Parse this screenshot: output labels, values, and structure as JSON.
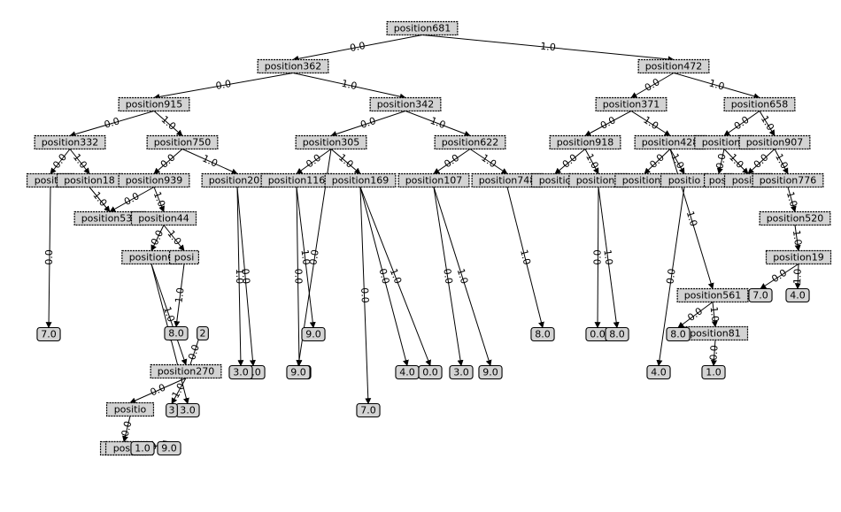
{
  "tree": {
    "nodes": [
      {
        "id": "n0",
        "label": "position681",
        "kind": "split"
      },
      {
        "id": "n1",
        "label": "position362",
        "kind": "split"
      },
      {
        "id": "n2",
        "label": "position472",
        "kind": "split"
      },
      {
        "id": "n3",
        "label": "position915",
        "kind": "split"
      },
      {
        "id": "n4",
        "label": "position342",
        "kind": "split"
      },
      {
        "id": "n5",
        "label": "position371",
        "kind": "split"
      },
      {
        "id": "n6",
        "label": "position658",
        "kind": "split"
      },
      {
        "id": "n7",
        "label": "position332",
        "kind": "split"
      },
      {
        "id": "n8",
        "label": "position750",
        "kind": "split"
      },
      {
        "id": "n9",
        "label": "position305",
        "kind": "split"
      },
      {
        "id": "n10",
        "label": "position622",
        "kind": "split"
      },
      {
        "id": "n11",
        "label": "position918",
        "kind": "split"
      },
      {
        "id": "n12",
        "label": "position428",
        "kind": "split"
      },
      {
        "id": "n13",
        "label": "position2",
        "kind": "split"
      },
      {
        "id": "n14",
        "label": "position907",
        "kind": "split"
      },
      {
        "id": "n15",
        "label": "positio",
        "kind": "split"
      },
      {
        "id": "n16",
        "label": "position18",
        "kind": "split"
      },
      {
        "id": "n17",
        "label": "position939",
        "kind": "split"
      },
      {
        "id": "n18",
        "label": "position201",
        "kind": "split"
      },
      {
        "id": "n19",
        "label": "position116",
        "kind": "split"
      },
      {
        "id": "n20",
        "label": "position169",
        "kind": "split"
      },
      {
        "id": "n21",
        "label": "position107",
        "kind": "split"
      },
      {
        "id": "n22",
        "label": "position748",
        "kind": "split"
      },
      {
        "id": "n23",
        "label": "positio",
        "kind": "split"
      },
      {
        "id": "n24",
        "label": "position8",
        "kind": "split"
      },
      {
        "id": "n25",
        "label": "position9",
        "kind": "split"
      },
      {
        "id": "n26",
        "label": "positio",
        "kind": "split"
      },
      {
        "id": "n27",
        "label": "posi",
        "kind": "split"
      },
      {
        "id": "n28",
        "label": "positio",
        "kind": "split"
      },
      {
        "id": "n29",
        "label": "position776",
        "kind": "split"
      },
      {
        "id": "n30",
        "label": "position536",
        "kind": "split"
      },
      {
        "id": "n31",
        "label": "position44",
        "kind": "split"
      },
      {
        "id": "n32",
        "label": "position520",
        "kind": "split"
      },
      {
        "id": "n33",
        "label": "position6",
        "kind": "split"
      },
      {
        "id": "n34",
        "label": "position19",
        "kind": "split"
      },
      {
        "id": "n35",
        "label": "position561",
        "kind": "split"
      },
      {
        "id": "n36",
        "label": "position270",
        "kind": "split"
      },
      {
        "id": "n37",
        "label": "position81",
        "kind": "split"
      },
      {
        "id": "n38",
        "label": "positio",
        "kind": "split"
      },
      {
        "id": "n39",
        "label": "positio",
        "kind": "split"
      },
      {
        "id": "n40",
        "label": "positio",
        "kind": "split"
      },
      {
        "id": "n41",
        "label": "posi",
        "kind": "split"
      },
      {
        "id": "l1",
        "label": "7.0",
        "kind": "leaf"
      },
      {
        "id": "l2",
        "label": "7.0",
        "kind": "leaf"
      },
      {
        "id": "l3",
        "label": "4.0",
        "kind": "leaf"
      },
      {
        "id": "l4",
        "label": "3.0",
        "kind": "leaf"
      },
      {
        "id": "l5",
        "label": "9.0",
        "kind": "leaf"
      },
      {
        "id": "l6",
        "label": "8.0",
        "kind": "leaf"
      },
      {
        "id": "l7",
        "label": "0.0",
        "kind": "leaf"
      },
      {
        "id": "l8",
        "label": "8.0",
        "kind": "leaf"
      },
      {
        "id": "l9",
        "label": "8.0",
        "kind": "leaf"
      },
      {
        "id": "l10",
        "label": "3.0",
        "kind": "leaf"
      },
      {
        "id": "l11",
        "label": "9.0",
        "kind": "leaf"
      },
      {
        "id": "l12",
        "label": "4.0",
        "kind": "leaf"
      },
      {
        "id": "l13",
        "label": "0.0",
        "kind": "leaf"
      },
      {
        "id": "l14",
        "label": "3.0",
        "kind": "leaf"
      },
      {
        "id": "l15",
        "label": "9.0",
        "kind": "leaf"
      },
      {
        "id": "l16",
        "label": "7.0",
        "kind": "leaf"
      },
      {
        "id": "l17",
        "label": "4.0",
        "kind": "leaf"
      },
      {
        "id": "l18",
        "label": "1.0",
        "kind": "leaf"
      },
      {
        "id": "l19",
        "label": "3.0",
        "kind": "leaf"
      },
      {
        "id": "l20",
        "label": "1.0",
        "kind": "leaf"
      },
      {
        "id": "l21",
        "label": "9.0",
        "kind": "leaf"
      },
      {
        "id": "l22",
        "label": "8.0",
        "kind": "leaf"
      },
      {
        "id": "l23",
        "label": "9.0",
        "kind": "leaf"
      },
      {
        "id": "l24",
        "label": "2",
        "kind": "leaf"
      },
      {
        "id": "l25",
        "label": "3",
        "kind": "leaf"
      }
    ],
    "edges": [
      {
        "from": "n0",
        "to": "n1",
        "label": "0.0"
      },
      {
        "from": "n0",
        "to": "n2",
        "label": "1.0"
      },
      {
        "from": "n1",
        "to": "n3",
        "label": "0.0"
      },
      {
        "from": "n1",
        "to": "n4",
        "label": "1.0"
      },
      {
        "from": "n2",
        "to": "n5",
        "label": "0.0"
      },
      {
        "from": "n2",
        "to": "n6",
        "label": "1.0"
      },
      {
        "from": "n3",
        "to": "n7",
        "label": "0.0"
      },
      {
        "from": "n3",
        "to": "n8",
        "label": "1.0"
      },
      {
        "from": "n4",
        "to": "n9",
        "label": "0.0"
      },
      {
        "from": "n4",
        "to": "n10",
        "label": "1.0"
      },
      {
        "from": "n5",
        "to": "n11",
        "label": "0.0"
      },
      {
        "from": "n5",
        "to": "n12",
        "label": "1.0"
      },
      {
        "from": "n6",
        "to": "n13",
        "label": "0.0"
      },
      {
        "from": "n6",
        "to": "n14",
        "label": "1.0"
      },
      {
        "from": "n7",
        "to": "n15",
        "label": "0.0"
      },
      {
        "from": "n7",
        "to": "n16",
        "label": "1.0"
      },
      {
        "from": "n8",
        "to": "n17",
        "label": "0.0"
      },
      {
        "from": "n8",
        "to": "n18",
        "label": "1.0"
      },
      {
        "from": "n9",
        "to": "n19",
        "label": "0.0"
      },
      {
        "from": "n9",
        "to": "n20",
        "label": "1.0"
      },
      {
        "from": "n10",
        "to": "n21",
        "label": "0.0"
      },
      {
        "from": "n10",
        "to": "n22",
        "label": "1.0"
      },
      {
        "from": "n11",
        "to": "n23",
        "label": "0.0"
      },
      {
        "from": "n11",
        "to": "n24",
        "label": "1.0"
      },
      {
        "from": "n12",
        "to": "n25",
        "label": "0.0"
      },
      {
        "from": "n12",
        "to": "n26",
        "label": "1.0"
      },
      {
        "from": "n13",
        "to": "n27",
        "label": "0.0"
      },
      {
        "from": "n13",
        "to": "n28",
        "label": "1.0"
      },
      {
        "from": "n14",
        "to": "n28",
        "label": "0.0"
      },
      {
        "from": "n14",
        "to": "n29",
        "label": "1.0"
      },
      {
        "from": "n16",
        "to": "n30",
        "label": "1.0"
      },
      {
        "from": "n17",
        "to": "n30",
        "label": "0.0"
      },
      {
        "from": "n17",
        "to": "n31",
        "label": "1.0"
      },
      {
        "from": "n29",
        "to": "n32",
        "label": "1.0"
      },
      {
        "from": "n31",
        "to": "n33",
        "label": "0.0"
      },
      {
        "from": "n31",
        "to": "n41",
        "label": "1.0"
      },
      {
        "from": "n32",
        "to": "n34",
        "label": "1.0"
      },
      {
        "from": "n12",
        "to": "n35",
        "label": "1.0"
      },
      {
        "from": "n33",
        "to": "n36",
        "label": "1.0"
      },
      {
        "from": "n35",
        "to": "n37",
        "label": "1.0"
      },
      {
        "from": "n36",
        "to": "n38",
        "label": "0.0"
      },
      {
        "from": "n38",
        "to": "n39",
        "label": "0.0"
      },
      {
        "from": "n39",
        "to": "n40",
        "label": "0.0"
      },
      {
        "from": "n15",
        "to": "l1",
        "label": "0.0"
      },
      {
        "from": "n34",
        "to": "l2",
        "label": "0.0"
      },
      {
        "from": "n34",
        "to": "l3",
        "label": "1.0"
      },
      {
        "from": "n18",
        "to": "l4",
        "label": "0.0"
      },
      {
        "from": "n19",
        "to": "l5",
        "label": "1.0"
      },
      {
        "from": "n22",
        "to": "l6",
        "label": "1.0"
      },
      {
        "from": "n24",
        "to": "l7",
        "label": "0.0"
      },
      {
        "from": "n24",
        "to": "l8",
        "label": "1.0"
      },
      {
        "from": "n35",
        "to": "l9",
        "label": "0.0"
      },
      {
        "from": "n18",
        "to": "l10",
        "label": "1.0"
      },
      {
        "from": "n19",
        "to": "l11",
        "label": "0.0"
      },
      {
        "from": "n20",
        "to": "l12",
        "label": "0.0"
      },
      {
        "from": "n20",
        "to": "l13",
        "label": "1.0"
      },
      {
        "from": "n21",
        "to": "l14",
        "label": "0.0"
      },
      {
        "from": "n21",
        "to": "l15",
        "label": "1.0"
      },
      {
        "from": "n20",
        "to": "l16",
        "label": "0.0"
      },
      {
        "from": "n26",
        "to": "l17",
        "label": "0.0"
      },
      {
        "from": "n37",
        "to": "l18",
        "label": "0.0"
      },
      {
        "from": "n33",
        "to": "l19",
        "label": "0.0"
      },
      {
        "from": "n40",
        "to": "l20",
        "label": "0.0"
      },
      {
        "from": "n40",
        "to": "l21",
        "label": "1.0"
      },
      {
        "from": "n41",
        "to": "l22",
        "label": "1.0"
      },
      {
        "from": "n9",
        "to": "l23",
        "label": "0.0"
      },
      {
        "from": "n36",
        "to": "l24",
        "label": "0.0"
      },
      {
        "from": "n36",
        "to": "l25",
        "label": "1.0"
      }
    ]
  }
}
